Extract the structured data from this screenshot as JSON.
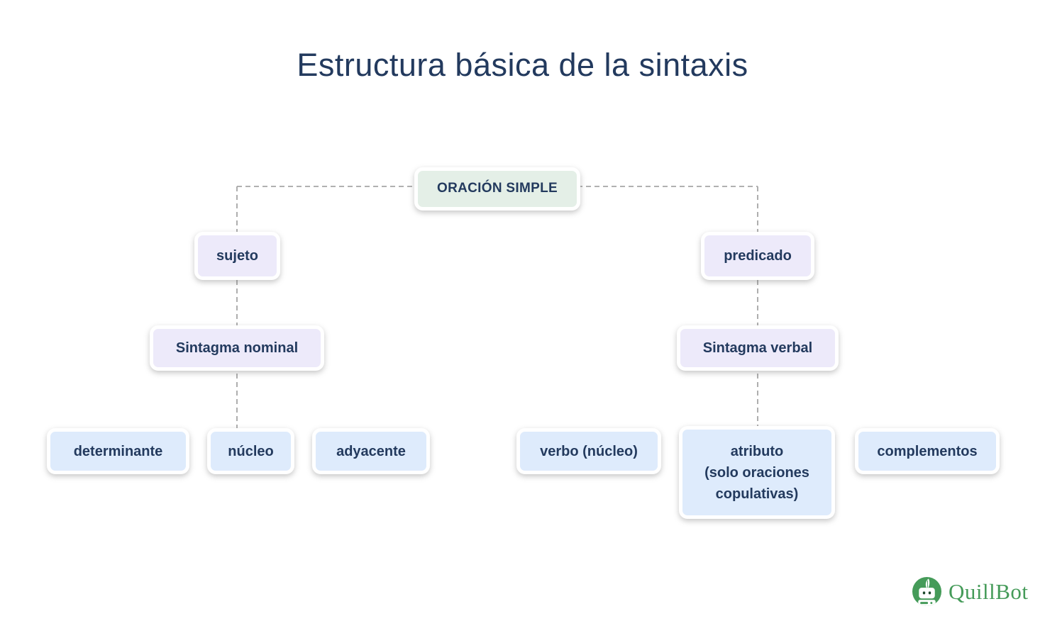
{
  "title": "Estructura básica de la sintaxis",
  "diagram": {
    "nodes": {
      "root": "ORACIÓN SIMPLE",
      "sujeto": "sujeto",
      "predicado": "predicado",
      "sintagma_nominal": "Sintagma nominal",
      "sintagma_verbal": "Sintagma verbal",
      "determinante": "determinante",
      "nucleo": "núcleo",
      "adyacente": "adyacente",
      "verbo_nucleo": "verbo (núcleo)",
      "atributo": "atributo\n(solo oraciones\ncopulativas)",
      "complementos": "complementos"
    },
    "edges": [
      [
        "ORACIÓN SIMPLE",
        "sujeto"
      ],
      [
        "ORACIÓN SIMPLE",
        "predicado"
      ],
      [
        "sujeto",
        "Sintagma nominal"
      ],
      [
        "predicado",
        "Sintagma verbal"
      ],
      [
        "Sintagma nominal",
        "núcleo"
      ],
      [
        "Sintagma verbal",
        "atributo (solo oraciones copulativas)"
      ]
    ],
    "connector_style": "dashed"
  },
  "colors": {
    "title_text": "#233A5E",
    "node_text": "#233A5E",
    "root_node_bg": "#E4EFE7",
    "branch_node_bg": "#EDEAFA",
    "leaf_node_bg": "#DEEBFC",
    "connector": "#A6A6A6",
    "brand_green": "#459B59"
  },
  "footer": {
    "brand": "QuillBot"
  }
}
